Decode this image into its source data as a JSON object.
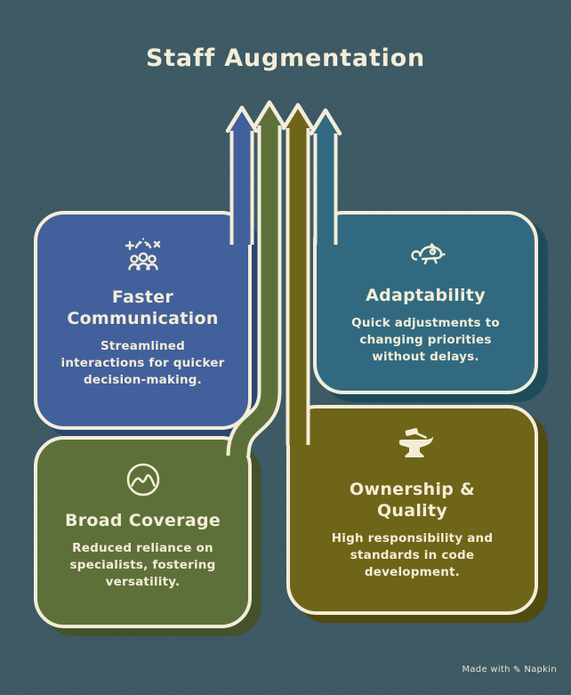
{
  "title": "Staff Augmentation",
  "cards": [
    {
      "id": "faster-communication",
      "title": "Faster Communication",
      "body": "Streamlined interactions for quicker decision-making.",
      "color": "#42609b",
      "shadow": "#2c4672",
      "icon": "people-celebration-icon"
    },
    {
      "id": "adaptability",
      "title": "Adaptability",
      "body": "Quick adjustments to changing priorities without delays.",
      "color": "#316a80",
      "shadow": "#1f4b5d",
      "icon": "chameleon-icon"
    },
    {
      "id": "broad-coverage",
      "title": "Broad Coverage",
      "body": "Reduced reliance on specialists, fostering versatility.",
      "color": "#5e7039",
      "shadow": "#43522a",
      "icon": "mountain-icon"
    },
    {
      "id": "ownership-quality",
      "title": "Ownership & Quality",
      "body": "High responsibility and standards in code development.",
      "color": "#6f6519",
      "shadow": "#514a11",
      "icon": "anvil-icon"
    }
  ],
  "arrows": [
    {
      "from": "faster-communication",
      "color": "#42609b"
    },
    {
      "from": "broad-coverage",
      "color": "#5e7039"
    },
    {
      "from": "ownership-quality",
      "color": "#6f6519"
    },
    {
      "from": "adaptability",
      "color": "#316a80"
    }
  ],
  "colors": {
    "background": "#3d5a65",
    "outline": "#f3edd8",
    "text": "#f3edd8"
  },
  "watermark": {
    "prefix": "Made with",
    "brand": "Napkin",
    "pen_glyph": "✎"
  }
}
